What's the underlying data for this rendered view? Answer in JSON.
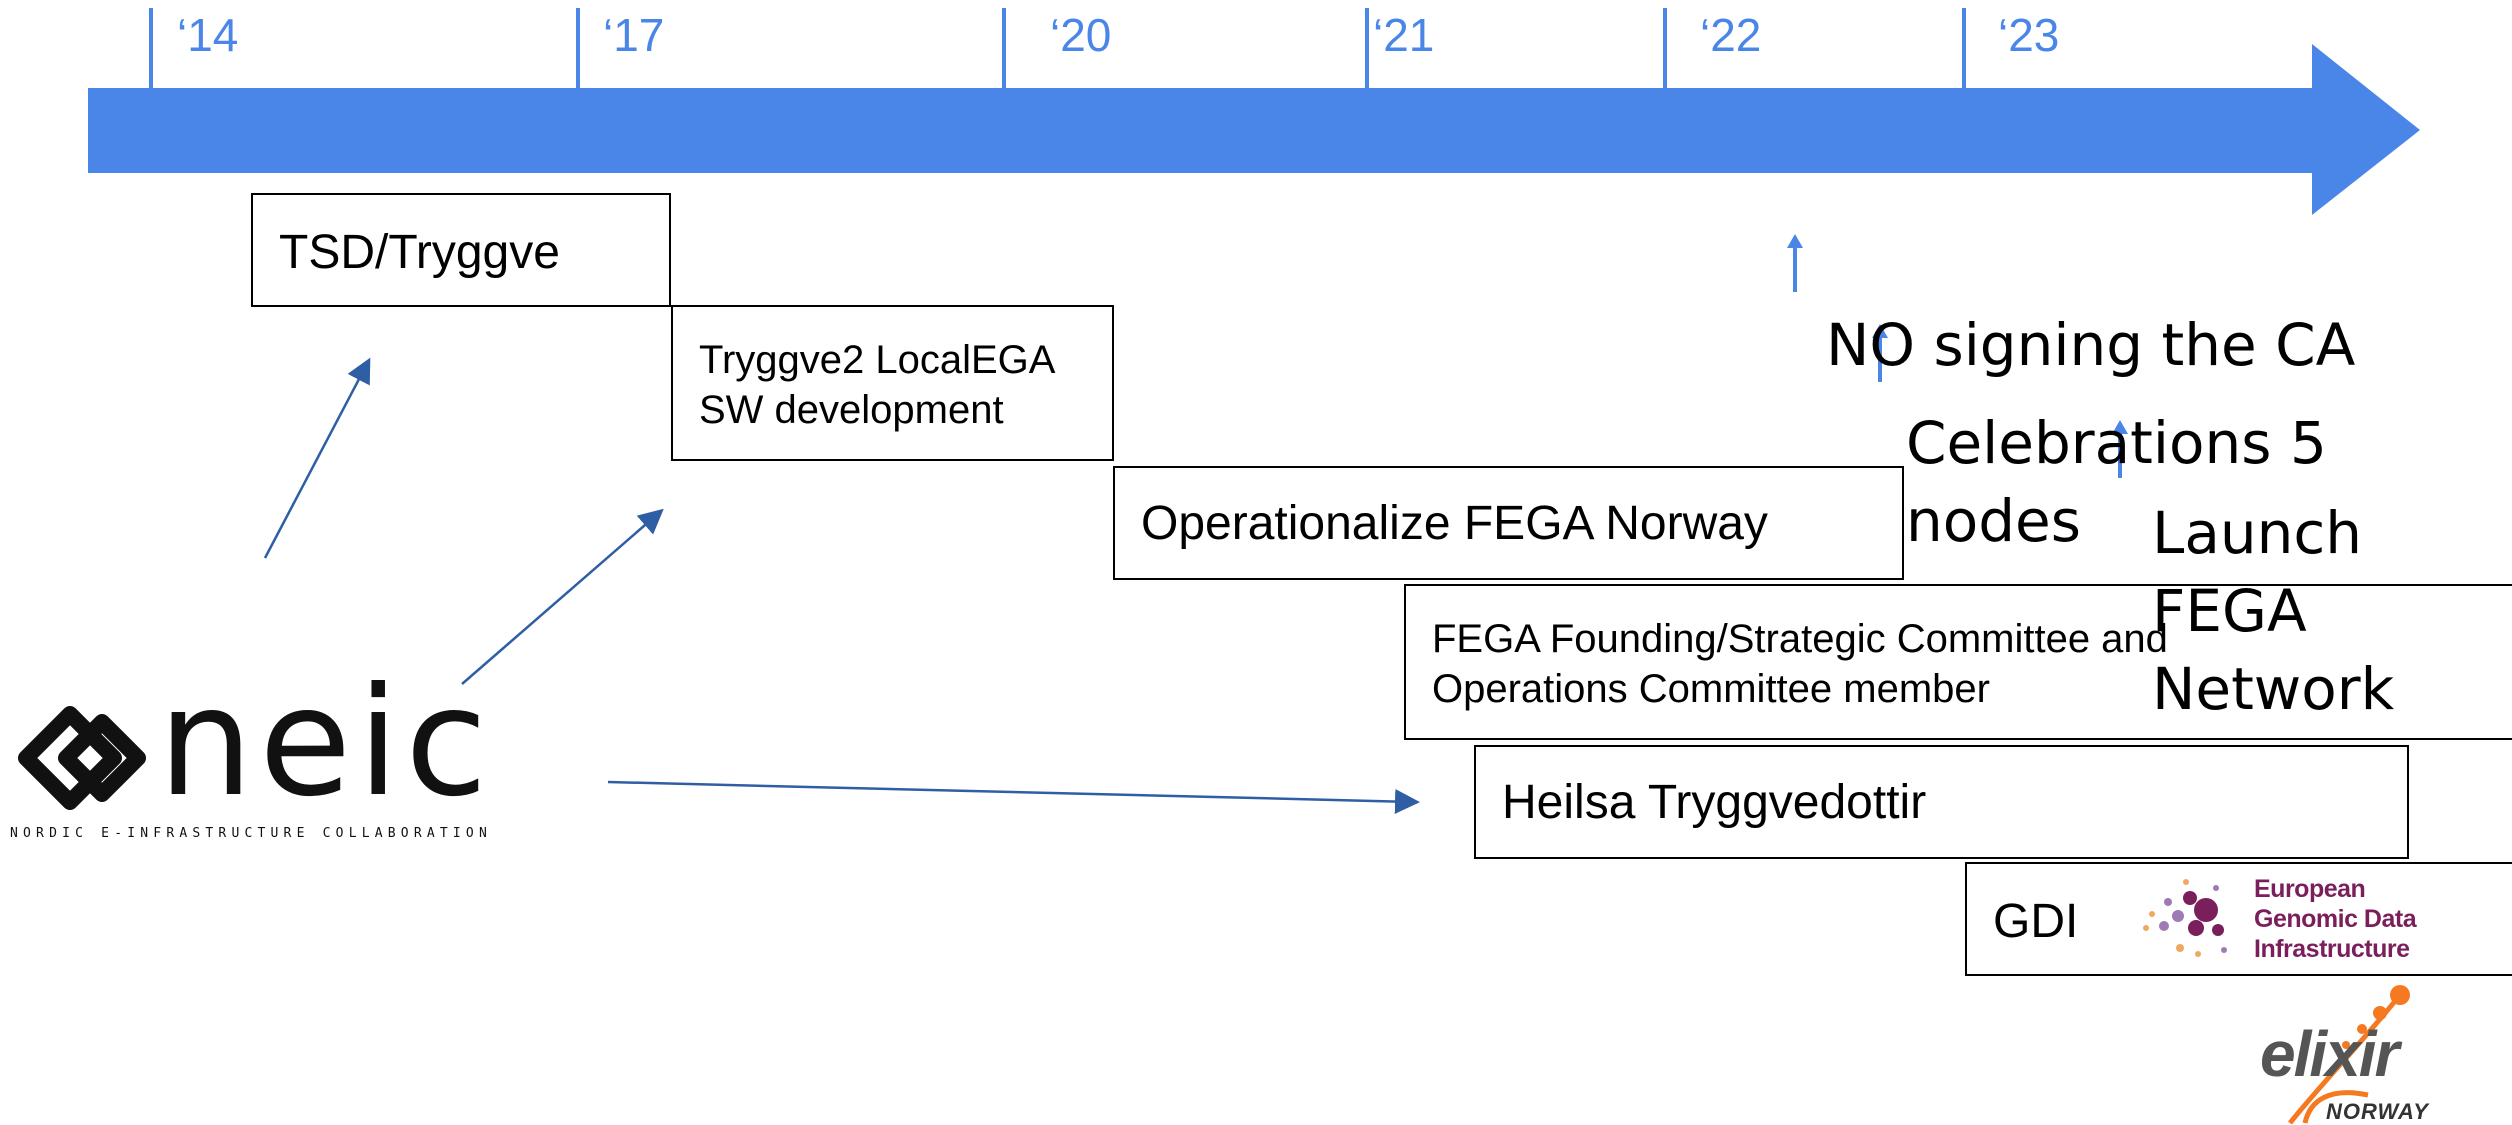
{
  "timeline": {
    "color": "#4a86e8",
    "years": [
      "‘14",
      "‘17",
      "‘20",
      "‘21",
      "‘22",
      "‘23"
    ]
  },
  "boxes": {
    "tsd": "TSD/Tryggve",
    "tryggve2": "Tryggve2 LocalEGA\nSW development",
    "operationalize": "Operationalize FEGA Norway",
    "committee": "FEGA Founding/Strategic Committee and\nOperations Committee member",
    "heilsa": "Heilsa Tryggvedottir",
    "gdi": "GDI"
  },
  "milestones": {
    "no_signing": "NO signing the CA",
    "celebrations": "Celebrations 5 nodes",
    "launch": "Launch FEGA\nNetwork"
  },
  "logos": {
    "neic_wordmark": "neic",
    "neic_tagline": "NORDIC E-INFRASTRUCTURE COLLABORATION",
    "gdi_name": "European\nGenomic Data\nInfrastructure",
    "elixir_name": "elixir",
    "elixir_country": "NORWAY"
  },
  "colors": {
    "arrow": "#4a86e8",
    "pointer": "#2e5ea3",
    "gdi_purple": "#7a1f5c",
    "elixir_orange": "#f47920"
  }
}
